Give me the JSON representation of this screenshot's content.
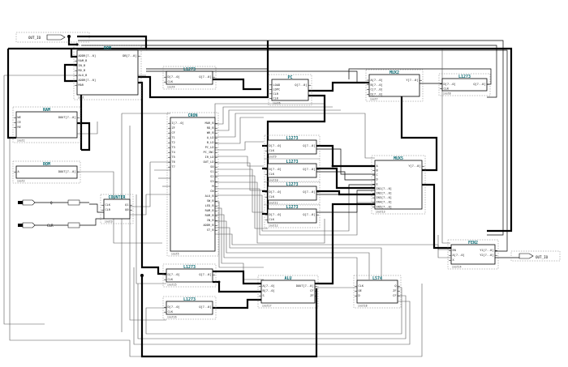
{
  "pins": {
    "input1": "Q",
    "input2": "CLR",
    "output1": "OUT_IO",
    "output2": "OUT_IO"
  },
  "blocks": {
    "rom": {
      "title": "ROM",
      "pins_left": [
        "ADDR[7..0]",
        "RAM_B",
        "IN_B",
        "RD_B",
        "ALU_B",
        "ADDR[7..0]",
        "MAR"
      ],
      "pins_right": [
        "DB[7..0]"
      ]
    },
    "ram": {
      "title": "RAM",
      "pins_left": [
        "WE",
        "CE",
        "RE"
      ],
      "pins_right": [
        "DOUT[7..0]"
      ]
    },
    "rom2": {
      "title": "ROM",
      "pins_left": [
        "A"
      ],
      "pins_right": [
        "DOUT[7..0]"
      ]
    },
    "counter": {
      "title": "COUNTER",
      "pins_left": [
        "CLK",
        "CLR"
      ],
      "pins_right": [
        "Q1",
        "Q0"
      ]
    },
    "l273_top": {
      "title": "L1273",
      "pins_left": [
        "D[7..0]",
        "CLK"
      ],
      "pins_right": [
        "Q[7..0]"
      ]
    },
    "cron": {
      "title": "CRON",
      "pins_left": [
        "I[7..0]",
        "ZF",
        "CF",
        "T1",
        "T2",
        "T3",
        "T4",
        "T5",
        "T6",
        "T7"
      ],
      "pins_right": [
        "MAR_B",
        "RD_B",
        "WR_B",
        "A_LD",
        "B_LD",
        "PC_LD",
        "PC_INC",
        "IR_LD",
        "OUT_LD",
        "S0",
        "S1",
        "S2",
        "S3",
        "M",
        "CN",
        "ALU_B",
        "SW_B",
        "LED_B",
        "RAM_B",
        "ROM_B",
        "IN_B",
        "ADDR_B",
        "ST_B"
      ]
    },
    "pc": {
      "title": "PC",
      "pins_left": [
        "LOAD",
        "LDPC",
        "CLR",
        "CLK"
      ],
      "pins_right": [
        "Q[7..0]"
      ]
    },
    "mux2": {
      "title": "MUX2",
      "pins_left": [
        "A[7..0]",
        "B[7..0]",
        "C[7..0]",
        "D[7..0]"
      ],
      "pins_right": [
        "Y[7..0]"
      ]
    },
    "l273_r": {
      "title": "L1273",
      "pins_left": [
        "D[7..0]",
        "CLK"
      ],
      "pins_right": [
        "Q[7..0]"
      ]
    },
    "l273_m1": {
      "title": "L1273",
      "pins_left": [
        "D[7..0]",
        "CLK"
      ],
      "pins_right": [
        "Q[7..0]"
      ]
    },
    "l273_m2": {
      "title": "L1273",
      "pins_left": [
        "D[7..0]",
        "CLK"
      ],
      "pins_right": [
        "Q[7..0]"
      ]
    },
    "l273_m3": {
      "title": "L1273",
      "pins_left": [
        "D[7..0]",
        "CLK"
      ],
      "pins_right": [
        "Q[7..0]"
      ]
    },
    "l273_m4": {
      "title": "L1273",
      "pins_left": [
        "D[7..0]",
        "CLK"
      ],
      "pins_right": [
        "Q[7..0]"
      ]
    },
    "mux5": {
      "title": "MUX5",
      "pins_left": [
        "A",
        "B",
        "C",
        "D",
        "E",
        "IN1[7..0]",
        "IN2[7..0]",
        "IN3[7..0]",
        "IN4[7..0]",
        "IN5[7..0]"
      ],
      "pins_right": [
        "Y[7..0]"
      ]
    },
    "fen2": {
      "title": "FEN2",
      "pins_left": [
        "EN",
        "A[7..0]",
        "X"
      ],
      "pins_right": [
        "Y1[7..0]",
        "Y2[7..0]"
      ]
    },
    "l273_b1": {
      "title": "L1273",
      "pins_left": [
        "D[7..0]",
        "CLK"
      ],
      "pins_right": [
        "Q[7..0]"
      ]
    },
    "l273_b2": {
      "title": "L1273",
      "pins_left": [
        "D[7..0]",
        "CLK"
      ],
      "pins_right": [
        "Q[7..0]"
      ]
    },
    "alu": {
      "title": "ALU",
      "pins_left": [
        "A[7..0]",
        "B[7..0]",
        "S"
      ],
      "pins_right": [
        "DOUT[7..0]",
        "CF",
        "ZF"
      ]
    },
    "l574": {
      "title": "L574",
      "pins_left": [
        "CLK",
        "OE",
        "D"
      ],
      "pins_right": [
        "Q",
        "ZF",
        "CF"
      ]
    }
  },
  "instance_labels": [
    "inst",
    "inst1",
    "inst2",
    "inst3",
    "inst4",
    "inst5",
    "inst6",
    "inst7",
    "inst8",
    "inst9",
    "inst10",
    "inst11",
    "inst12",
    "inst13",
    "inst14",
    "inst15",
    "inst16",
    "inst17",
    "inst18",
    "inst19"
  ]
}
